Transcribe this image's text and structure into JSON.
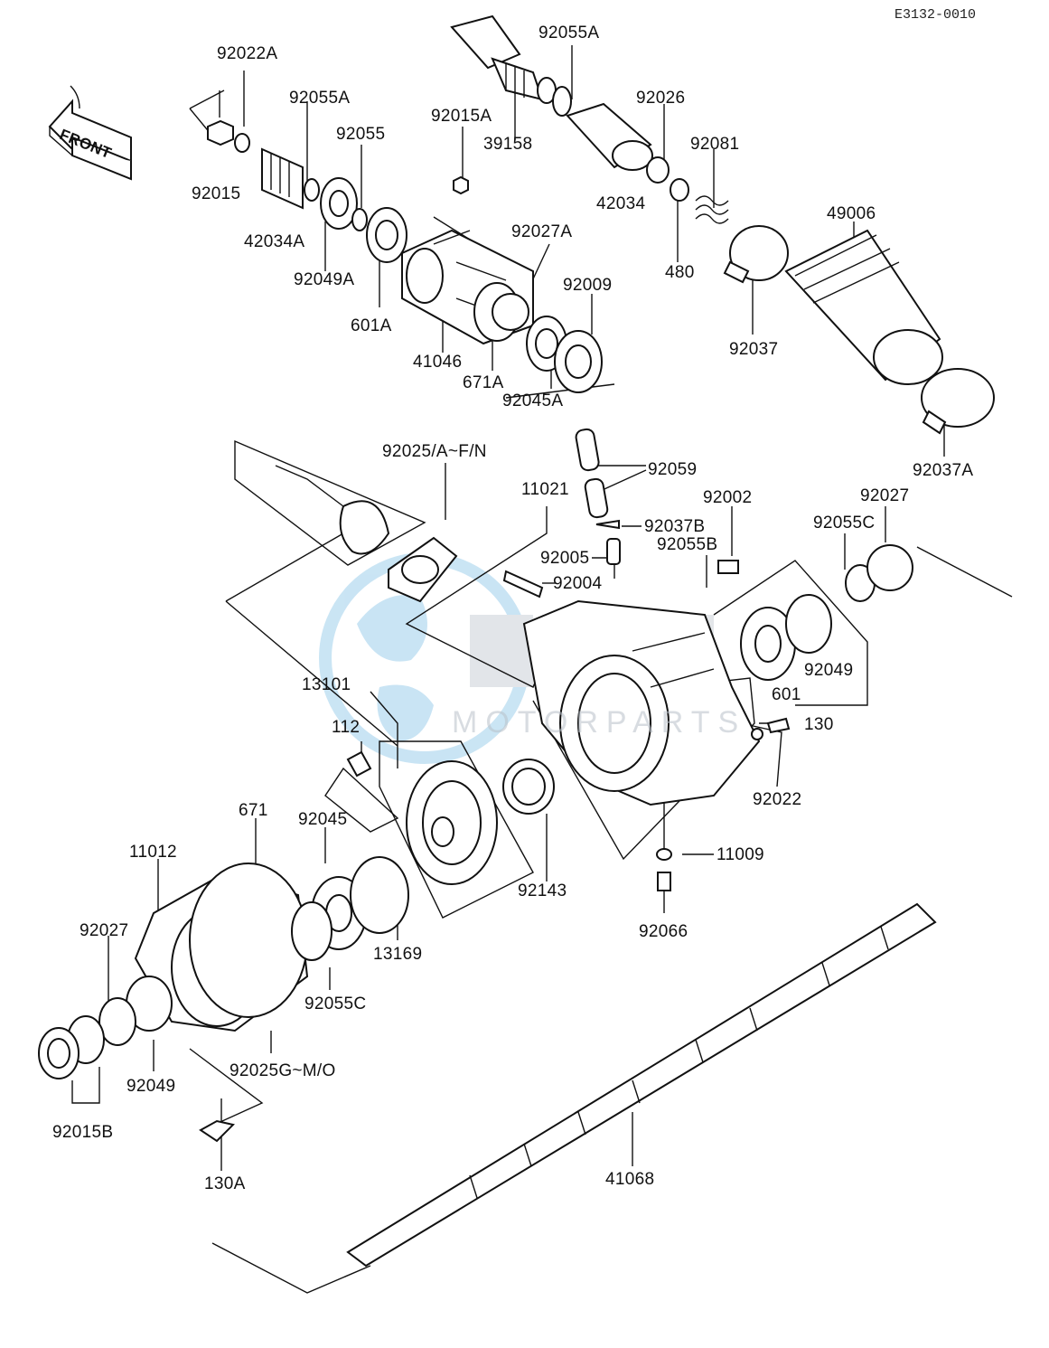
{
  "diagram_code": "E3132-0010",
  "front_label": "FRONT",
  "watermark": "MOTORPARTS",
  "parts": [
    {
      "id": "p92022A",
      "text": "92022A"
    },
    {
      "id": "p92015",
      "text": "92015"
    },
    {
      "id": "p92055A_1",
      "text": "92055A"
    },
    {
      "id": "p92055",
      "text": "92055"
    },
    {
      "id": "p42034A",
      "text": "42034A"
    },
    {
      "id": "p92049A",
      "text": "92049A"
    },
    {
      "id": "p601A",
      "text": "601A"
    },
    {
      "id": "p92015A",
      "text": "92015A"
    },
    {
      "id": "p39158",
      "text": "39158"
    },
    {
      "id": "p92055A_2",
      "text": "92055A"
    },
    {
      "id": "p42034",
      "text": "42034"
    },
    {
      "id": "p92026",
      "text": "92026"
    },
    {
      "id": "p92081",
      "text": "92081"
    },
    {
      "id": "p480",
      "text": "480"
    },
    {
      "id": "p49006",
      "text": "49006"
    },
    {
      "id": "p92037",
      "text": "92037"
    },
    {
      "id": "p92037A",
      "text": "92037A"
    },
    {
      "id": "p92027A",
      "text": "92027A"
    },
    {
      "id": "p92009",
      "text": "92009"
    },
    {
      "id": "p41046",
      "text": "41046"
    },
    {
      "id": "p671A",
      "text": "671A"
    },
    {
      "id": "p92045A",
      "text": "92045A"
    },
    {
      "id": "p92025A",
      "text": "92025/A~F/N"
    },
    {
      "id": "p92059",
      "text": "92059"
    },
    {
      "id": "p11021",
      "text": "11021"
    },
    {
      "id": "p92037B",
      "text": "92037B"
    },
    {
      "id": "p92002",
      "text": "92002"
    },
    {
      "id": "p92027_1",
      "text": "92027"
    },
    {
      "id": "p92055C_1",
      "text": "92055C"
    },
    {
      "id": "p92005",
      "text": "92005"
    },
    {
      "id": "p92055B",
      "text": "92055B"
    },
    {
      "id": "p92004",
      "text": "92004"
    },
    {
      "id": "p92049_1",
      "text": "92049"
    },
    {
      "id": "p601",
      "text": "601"
    },
    {
      "id": "p13101",
      "text": "13101"
    },
    {
      "id": "p130",
      "text": "130"
    },
    {
      "id": "p112",
      "text": "112"
    },
    {
      "id": "p92022",
      "text": "92022"
    },
    {
      "id": "p671",
      "text": "671"
    },
    {
      "id": "p92045",
      "text": "92045"
    },
    {
      "id": "p92143",
      "text": "92143"
    },
    {
      "id": "p11009",
      "text": "11009"
    },
    {
      "id": "p11012",
      "text": "11012"
    },
    {
      "id": "p92027_2",
      "text": "92027"
    },
    {
      "id": "p13169",
      "text": "13169"
    },
    {
      "id": "p92066",
      "text": "92066"
    },
    {
      "id": "p92055C_2",
      "text": "92055C"
    },
    {
      "id": "p92049_2",
      "text": "92049"
    },
    {
      "id": "p92025G",
      "text": "92025G~M/O"
    },
    {
      "id": "p92015B",
      "text": "92015B"
    },
    {
      "id": "p130A",
      "text": "130A"
    },
    {
      "id": "p41068",
      "text": "41068"
    }
  ]
}
